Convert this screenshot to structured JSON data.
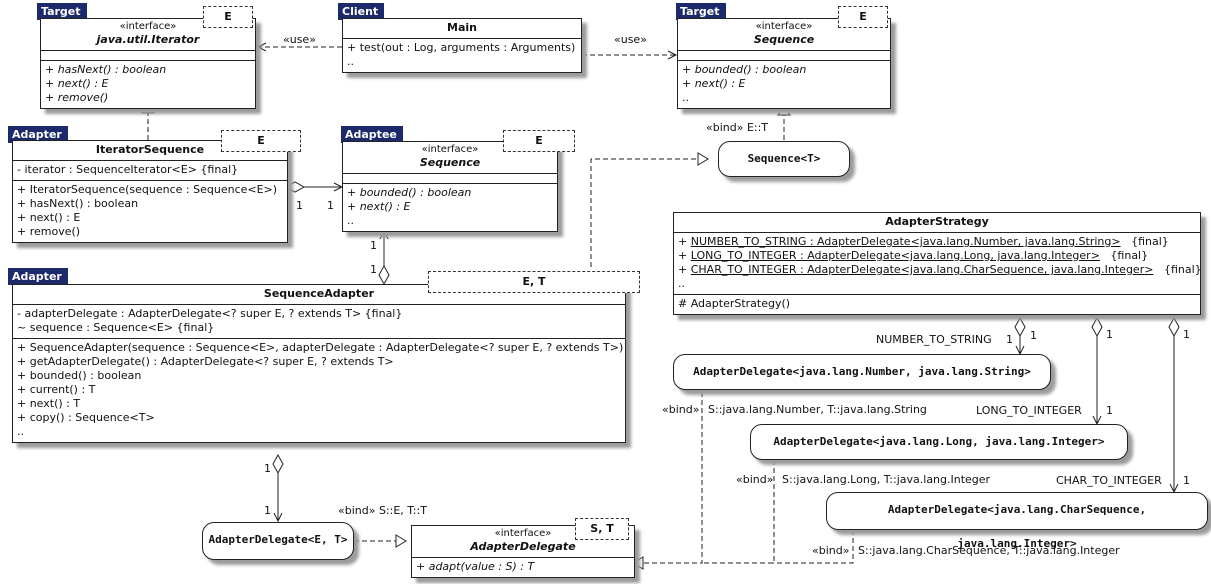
{
  "tags": {
    "target1": "Target",
    "client": "Client",
    "target2": "Target",
    "adapter1": "Adapter",
    "adaptee": "Adaptee",
    "adapter2": "Adapter"
  },
  "iterator": {
    "stereotype": "«interface»",
    "name": "java.util.Iterator",
    "type_param": "E",
    "methods": [
      "+ hasNext() : boolean",
      "+ next() : E",
      "+ remove()"
    ]
  },
  "main": {
    "name": "Main",
    "methods": [
      "+ test(out : Log, arguments : Arguments)",
      ".."
    ]
  },
  "target_sequence": {
    "stereotype": "«interface»",
    "name": "Sequence",
    "type_param": "E",
    "methods": [
      "+ bounded() : boolean",
      "+ next() : E",
      ".."
    ]
  },
  "iterator_sequence": {
    "name": "IteratorSequence",
    "type_param": "E",
    "attributes": [
      "- iterator : SequenceIterator<E>   {final}"
    ],
    "methods": [
      "+ IteratorSequence(sequence : Sequence<E>)",
      "+ hasNext() : boolean",
      "+ next() : E",
      "+ remove()"
    ]
  },
  "adaptee_sequence": {
    "stereotype": "«interface»",
    "name": "Sequence",
    "type_param": "E",
    "methods": [
      "+ bounded() : boolean",
      "+ next() : E",
      ".."
    ]
  },
  "sequence_adapter": {
    "name": "SequenceAdapter",
    "type_param": "E, T",
    "attributes": [
      "- adapterDelegate : AdapterDelegate<? super E, ? extends T>   {final}",
      "~ sequence : Sequence<E>   {final}"
    ],
    "methods": [
      "+ SequenceAdapter(sequence : Sequence<E>, adapterDelegate : AdapterDelegate<? super E, ? extends T>)",
      "+ getAdapterDelegate() : AdapterDelegate<? super E, ? extends T>",
      "+ bounded() : boolean",
      "+ current() : T",
      "+ next() : T",
      "+ copy() : Sequence<T>",
      ".."
    ]
  },
  "adapter_strategy": {
    "name": "AdapterStrategy",
    "attributes": [
      {
        "name": "NUMBER_TO_STRING",
        "rest": " : AdapterDelegate<java.lang.Number, java.lang.String>",
        "mod": "{final}"
      },
      {
        "name": "LONG_TO_INTEGER",
        "rest": " : AdapterDelegate<java.lang.Long, java.lang.Integer>",
        "mod": "{final}"
      },
      {
        "name": "CHAR_TO_INTEGER",
        "rest": " : AdapterDelegate<java.lang.CharSequence, java.lang.Integer>",
        "mod": "{final}"
      }
    ],
    "attr_more": "..",
    "methods": [
      "# AdapterStrategy()"
    ]
  },
  "adapter_delegate": {
    "stereotype": "«interface»",
    "name": "AdapterDelegate",
    "type_param": "S, T",
    "methods": [
      "+ adapt(value : S) : T"
    ]
  },
  "bound": {
    "sequence_t": "Sequence<T>",
    "ad_et": "AdapterDelegate<E, T>",
    "ad_number": "AdapterDelegate<java.lang.Number, java.lang.String>",
    "ad_long": "AdapterDelegate<java.lang.Long, java.lang.Integer>",
    "ad_char": "AdapterDelegate<java.lang.CharSequence, java.lang.Integer>"
  },
  "labels": {
    "use_left": "«use»",
    "use_right": "«use»",
    "bind_seq": "«bind»  E::T",
    "mult_is_1": "1",
    "mult_is_2": "1",
    "mult_sa_top": "1",
    "mult_sa_bot": "1",
    "mult_sa_ad1": "1",
    "mult_sa_ad2": "1",
    "bind_et": "«bind»  S::E, T::T",
    "role_number": "NUMBER_TO_STRING",
    "mult_number": "1",
    "mult_number_b": "1",
    "role_long": "LONG_TO_INTEGER",
    "mult_long": "1",
    "mult_long_b": "1",
    "role_char": "CHAR_TO_INTEGER",
    "mult_char": "1",
    "mult_char_b": "1",
    "bind_word_1": "«bind»",
    "bind_args_1": "S::java.lang.Number, T::java.lang.String",
    "bind_word_2": "«bind»",
    "bind_args_2": "S::java.lang.Long, T::java.lang.Integer",
    "bind_word_3": "«bind»",
    "bind_args_3": "S::java.lang.CharSequence, T::java.lang.Integer"
  }
}
